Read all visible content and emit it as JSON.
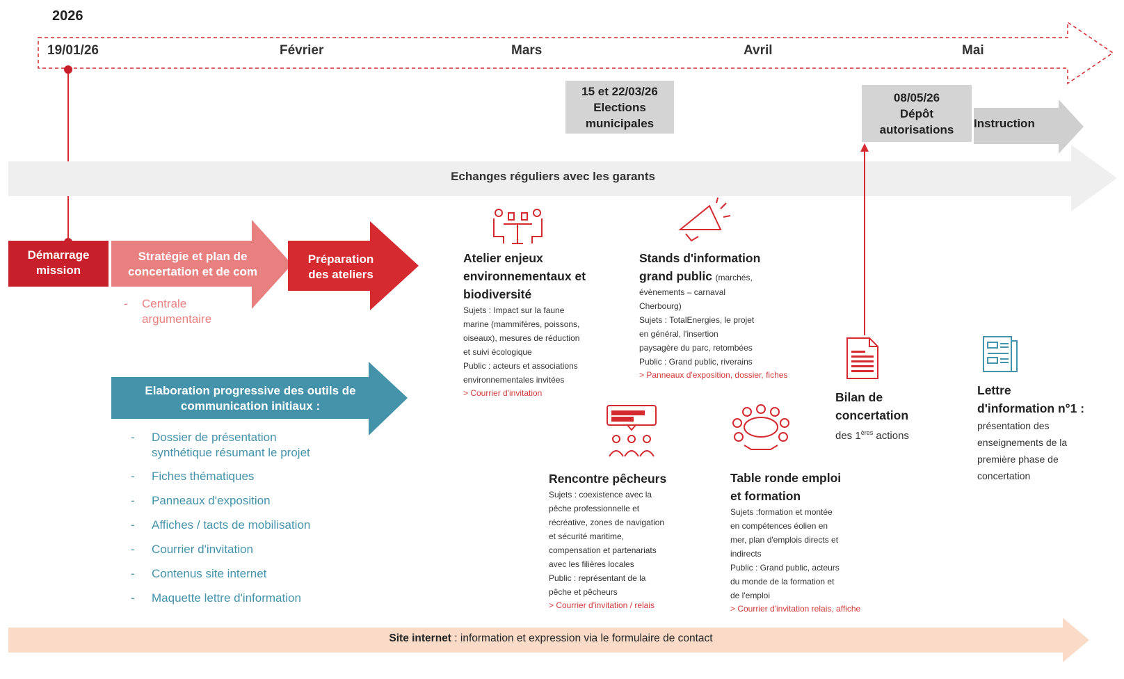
{
  "year": "2026",
  "timeline": {
    "start": "19/01/26",
    "months": [
      "Février",
      "Mars",
      "Avril",
      "Mai"
    ]
  },
  "milestones": {
    "elections": {
      "date": "15 et 22/03/26",
      "line1": "Elections",
      "line2": "municipales"
    },
    "depot": {
      "date": "08/05/26",
      "line1": "Dépôt",
      "line2": "autorisations"
    },
    "instruction": "Instruction"
  },
  "echanges": "Echanges réguliers avec les garants",
  "phases": {
    "demarrage": [
      "Démarrage",
      "mission"
    ],
    "strategie": [
      "Stratégie et plan de",
      "concertation et de com"
    ],
    "preparation": [
      "Préparation",
      "des ateliers"
    ],
    "elaboration": [
      "Elaboration progressive des outils de",
      "communication initiaux :"
    ]
  },
  "centrale": {
    "dash": "-",
    "text": [
      "Centrale",
      "argumentaire"
    ]
  },
  "outils": [
    [
      "Dossier de présentation",
      "synthétique résumant le projet"
    ],
    [
      "Fiches thématiques"
    ],
    [
      "Panneaux d'exposition"
    ],
    [
      "Affiches / tacts de mobilisation"
    ],
    [
      "Courrier d'invitation"
    ],
    [
      "Contenus site internet"
    ],
    [
      "Maquette lettre d'information"
    ]
  ],
  "actions": {
    "atelier": {
      "title": [
        "Atelier enjeux",
        "environnementaux et",
        "biodiversité"
      ],
      "body": [
        "Sujets : Impact sur la faune",
        "marine (mammifères, poissons,",
        "oiseaux), mesures de réduction",
        "et suivi écologique",
        "Public : acteurs et associations",
        "environnementales invitées"
      ],
      "link": "> Courrier d'invitation"
    },
    "stands": {
      "title": [
        "Stands d'information",
        "grand public"
      ],
      "title_suffix": "(marchés,",
      "body": [
        "évènements – carnaval",
        "Cherbourg)",
        "Sujets : TotalEnergies, le projet",
        "en général, l'insertion",
        "paysagère du parc, retombées",
        "Public : Grand public, riverains"
      ],
      "link": "> Panneaux d'exposition, dossier, fiches"
    },
    "pecheurs": {
      "title": [
        "Rencontre pêcheurs"
      ],
      "body": [
        "Sujets : coexistence avec la",
        "pêche professionnelle et",
        "récréative, zones de navigation",
        "et sécurité maritime,",
        "compensation et partenariats",
        "avec les filières locales",
        "Public : représentant de la",
        "pêche et pêcheurs"
      ],
      "link": "> Courrier d'invitation / relais"
    },
    "table": {
      "title": [
        "Table ronde emploi",
        "et formation"
      ],
      "body": [
        "Sujets :formation et montée",
        "en compétences éolien en",
        "mer, plan d'emplois directs et",
        "indirects",
        "Public : Grand public, acteurs",
        "du monde de la formation et",
        "de l'emploi"
      ],
      "link": "> Courrier d'invitation relais, affiche"
    },
    "bilan": {
      "title": [
        "Bilan de",
        "concertation"
      ],
      "sub_prefix": "des 1",
      "sub_sup": "ères",
      "sub_suffix": " actions"
    },
    "lettre": {
      "title": [
        "Lettre",
        "d'information n°1 :"
      ],
      "body": [
        "présentation des",
        "enseignements de la",
        "première phase de",
        "concertation"
      ]
    }
  },
  "site": {
    "bold": "Site internet",
    "rest": " : information et expression via le formulaire de contact"
  },
  "colors": {
    "red": "#d42a30",
    "red_dark": "#c7202a",
    "pink": "#e88080",
    "teal": "#4593aa",
    "gray": "#d4d4d4",
    "band": "#efefef",
    "peach": "#f9dbc8"
  }
}
